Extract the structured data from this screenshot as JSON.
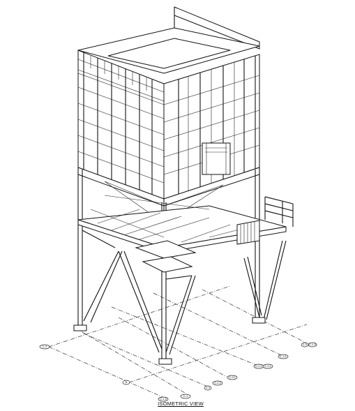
{
  "view_title": "ISOMETRIC VIEW",
  "grid_labels": [
    "C-2",
    "B",
    "C-1.5",
    "C-1",
    "C-3",
    "C-2.2",
    "C-3.1",
    "C-2.1",
    "C-1.2"
  ],
  "colors": {
    "line": "#111111",
    "background": "#ffffff"
  }
}
